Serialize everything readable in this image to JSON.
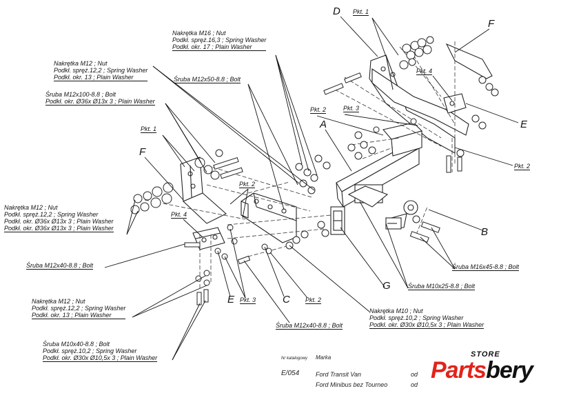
{
  "part_letters": [
    "A",
    "B",
    "C",
    "D",
    "E",
    "E",
    "F",
    "F",
    "G"
  ],
  "pkt_labels": [
    "Pkt. 1",
    "Pkt. 1",
    "Pkt. 2",
    "Pkt. 2",
    "Pkt. 2",
    "Pkt. 2",
    "Pkt. 3",
    "Pkt. 3",
    "Pkt. 4",
    "Pkt. 4"
  ],
  "callouts": {
    "nut_m16": [
      "Nakrętka  M16 ; Nut",
      "Podkł. spręż.16,3 ; Spring Washer",
      "Podkł. okr. 17 ; Plain Washer"
    ],
    "nut_m12_top": [
      "Nakrętka  M12 ; Nut",
      "Podkł. spręż.12,2 ; Spring Washer",
      "Podkł. okr. 13 ; Plain Washer"
    ],
    "bolt_m12x50": [
      "Śruba M12x50-8.8 ;  Bolt"
    ],
    "bolt_m12x100": [
      "Śruba M12x100-8.8 ;  Bolt",
      "Podkł. okr.  Ø36x Ø13x 3 ; Plain Washer"
    ],
    "nut_m12_left": [
      "Nakrętka  M12 ; Nut",
      "Podkł. spręż.12,2 ; Spring Washer",
      "Podkł. okr.  Ø36x Ø13x 3 ; Plain Washer",
      "Podkł. okr.  Ø36x Ø13x 3 ; Plain Washer"
    ],
    "bolt_m12x40_left": [
      "Śruba M12x40-8.8 ;  Bolt"
    ],
    "nut_m12_bottom": [
      "Nakrętka  M12 ; Nut",
      "Podkł. spręż.12,2 ; Spring Washer",
      "Podkł. okr. 13 ; Plain Washer"
    ],
    "bolt_m10x40": [
      "Śruba M10x40-8.8 ;  Bolt",
      "Podkł. spręż.10,2 ; Spring Washer",
      "Podkł. okr.  Ø30x Ø10,5x 3 ; Plain Washer"
    ],
    "bolt_m12x40_bottom": [
      "Śruba M12x40-8.8 ;  Bolt"
    ],
    "nut_m10": [
      "Nakrętka  M10 ; Nut",
      "Podkł. spręż.10,2 ; Spring Washer",
      "Podkł. okr.  Ø30x Ø10,5x 3 ; Plain Washer"
    ],
    "bolt_m10x25": [
      "Śruba M10x25-8.8 ;  Bolt"
    ],
    "bolt_m16x45": [
      "Śruba M16x45-8.8 ;  Bolt"
    ]
  },
  "catalog": {
    "nr_label": "Nr katalogowy",
    "marka_label": "Marka",
    "number": "E/054",
    "vehicles": [
      "Ford Transit  Van",
      "Ford Minibus bez Tourneo"
    ],
    "od": "od"
  },
  "brand": {
    "top": "STORE",
    "name_part1": "Parts",
    "name_part2": "bery",
    "red": "#e2231a"
  }
}
